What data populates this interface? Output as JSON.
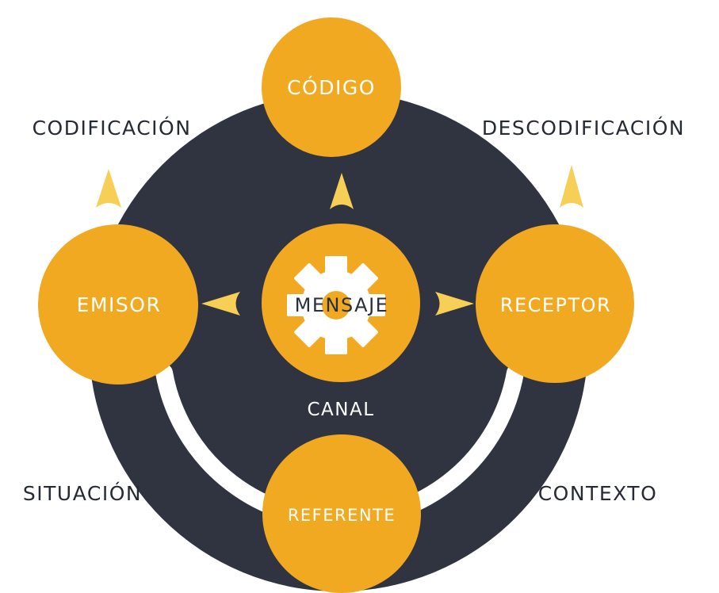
{
  "colors": {
    "ring": "#2f3440",
    "circle": "#f2a922",
    "arrow": "#f7cf57",
    "outer_text": "#262a33",
    "light_text": "#ffffff",
    "gear": "#ffffff",
    "center_text": "#2b2f3a",
    "background": "#ffffff"
  },
  "nodes": {
    "codigo": "CÓDIGO",
    "emisor": "EMISOR",
    "mensaje": "MENSAJE",
    "receptor": "RECEPTOR",
    "referente": "REFERENTE",
    "canal": "CANAL"
  },
  "outer_labels": {
    "codificacion": "CODIFICACIÓN",
    "descodificacion": "DESCODIFICACIÓN",
    "situacion": "SITUACIÓN",
    "contexto": "CONTEXTO"
  },
  "icons": {
    "center": "gear-icon"
  }
}
